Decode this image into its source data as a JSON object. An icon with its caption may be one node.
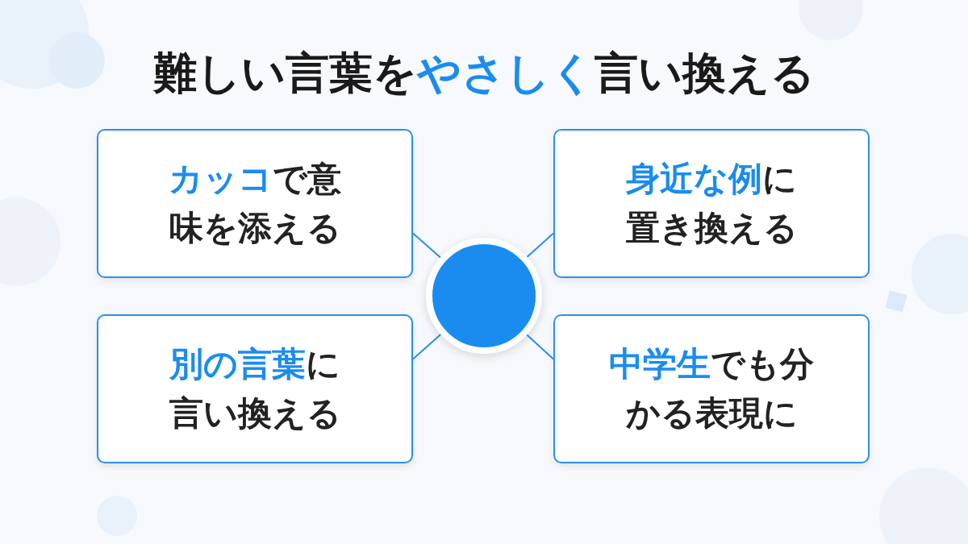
{
  "diagram": {
    "title": "難しい言葉を**やさしく**言い換える",
    "nodes": [
      {
        "text": [
          "**カッコ**で意味を添える"
        ]
      },
      {
        "text": [
          "**身近な例**に置き換える"
        ]
      },
      {
        "text": [
          "**別の言葉**に言い換える"
        ]
      },
      {
        "text": [
          "**中学生**でも分かる表現に"
        ]
      },
      {
        "text": [],
        "shape": "circle"
      }
    ],
    "edges": [
      {
        "from": 4,
        "to": 0,
        "arrow": "none"
      },
      {
        "from": 4,
        "to": 1,
        "arrow": "none"
      },
      {
        "from": 4,
        "to": 2,
        "arrow": "none"
      },
      {
        "from": 4,
        "to": 3,
        "arrow": "none"
      }
    ]
  }
}
